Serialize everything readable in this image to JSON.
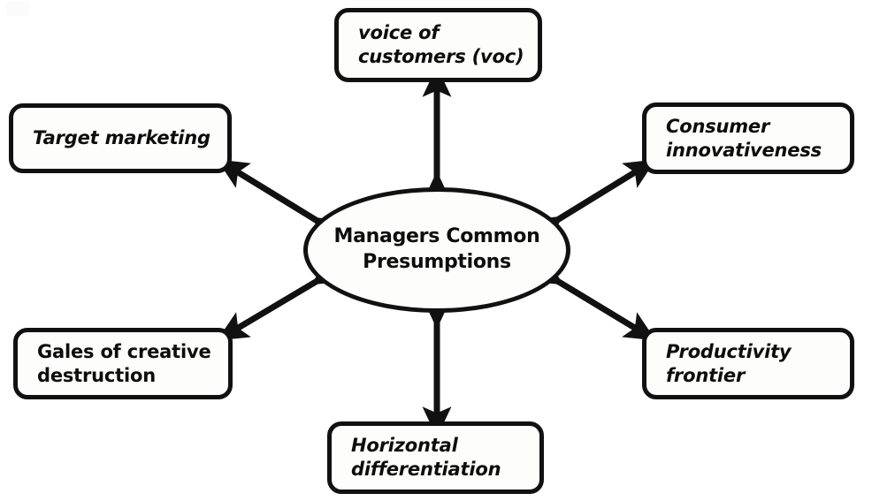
{
  "diagram": {
    "type": "hub-and-spoke",
    "center": {
      "id": "center",
      "label": "Managers Common\nPresumptions",
      "shape": "ellipse"
    },
    "nodes": [
      {
        "id": "voice-of-customers",
        "label": "voice of\ncustomers (voc)",
        "shape": "rounded-rectangle",
        "position": "top-center",
        "italic": true
      },
      {
        "id": "target-marketing",
        "label": "Target marketing",
        "shape": "rounded-rectangle",
        "position": "top-left",
        "italic": true
      },
      {
        "id": "consumer-innovativeness",
        "label": "Consumer\ninnovativeness",
        "shape": "rounded-rectangle",
        "position": "top-right",
        "italic": true
      },
      {
        "id": "gales-of-creative-destruction",
        "label": "Gales of creative\ndestruction",
        "shape": "rounded-rectangle",
        "position": "bottom-left",
        "italic": false
      },
      {
        "id": "productivity-frontier",
        "label": "Productivity\nfrontier",
        "shape": "rounded-rectangle",
        "position": "bottom-right",
        "italic": true
      },
      {
        "id": "horizontal-differentiation",
        "label": "Horizontal\ndifferentiation",
        "shape": "rounded-rectangle",
        "position": "bottom-center",
        "italic": true
      }
    ],
    "connectors": [
      {
        "from": "center",
        "to": "voice-of-customers",
        "style": "double-headed-arrow"
      },
      {
        "from": "center",
        "to": "target-marketing",
        "style": "double-headed-arrow"
      },
      {
        "from": "center",
        "to": "consumer-innovativeness",
        "style": "double-headed-arrow"
      },
      {
        "from": "center",
        "to": "gales-of-creative-destruction",
        "style": "double-headed-arrow"
      },
      {
        "from": "center",
        "to": "productivity-frontier",
        "style": "double-headed-arrow"
      },
      {
        "from": "center",
        "to": "horizontal-differentiation",
        "style": "double-headed-arrow"
      }
    ],
    "colors": {
      "stroke": "#111111",
      "text": "#0d0d0d",
      "fill": "#fdfdfb",
      "background": "#ffffff"
    }
  }
}
